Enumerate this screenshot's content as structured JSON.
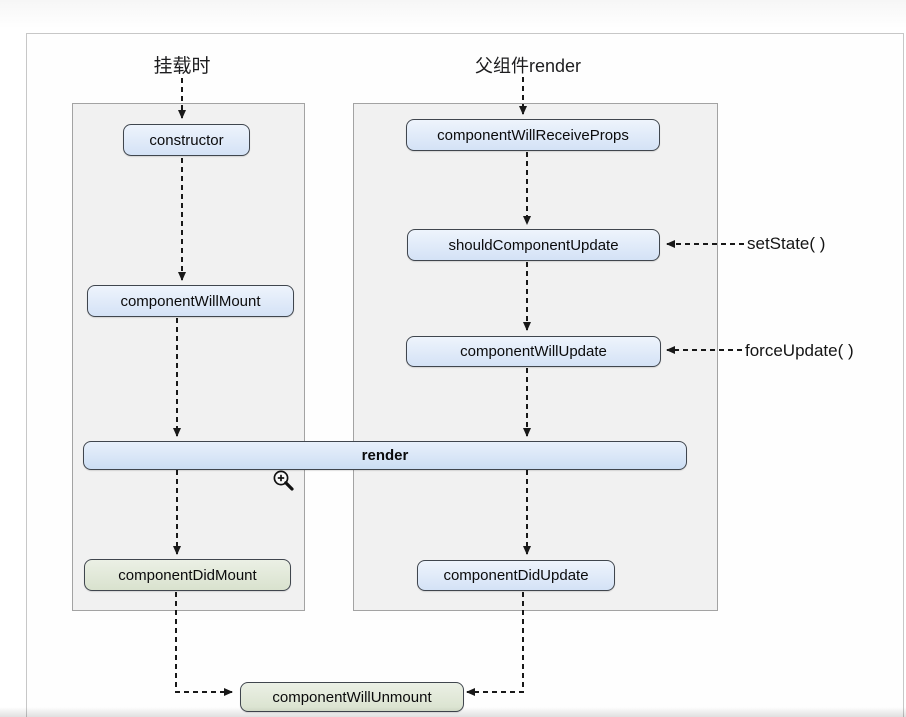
{
  "headers": {
    "mount": "挂载时",
    "parent_render": "父组件render"
  },
  "mount_flow": {
    "constructor_box": "constructor",
    "will_mount": "componentWillMount",
    "did_mount": "componentDidMount"
  },
  "update_flow": {
    "will_receive_props": "componentWillReceiveProps",
    "should_update": "shouldComponentUpdate",
    "will_update": "componentWillUpdate",
    "did_update": "componentDidUpdate"
  },
  "shared": {
    "render": "render",
    "will_unmount": "componentWillUnmount"
  },
  "triggers": {
    "set_state": "setState( )",
    "force_update": "forceUpdate( )"
  },
  "icons": {
    "zoom_cursor": "zoom-in-magnifier"
  },
  "colors": {
    "node_blue_fill": "#d4e2f6",
    "node_green_fill": "#d9e2ce",
    "render_fill": "#ccdef4",
    "node_border": "#40464e",
    "panel_bg": "#f1f1f1",
    "panel_border": "#a3a3a3",
    "arrow": "#181818"
  }
}
